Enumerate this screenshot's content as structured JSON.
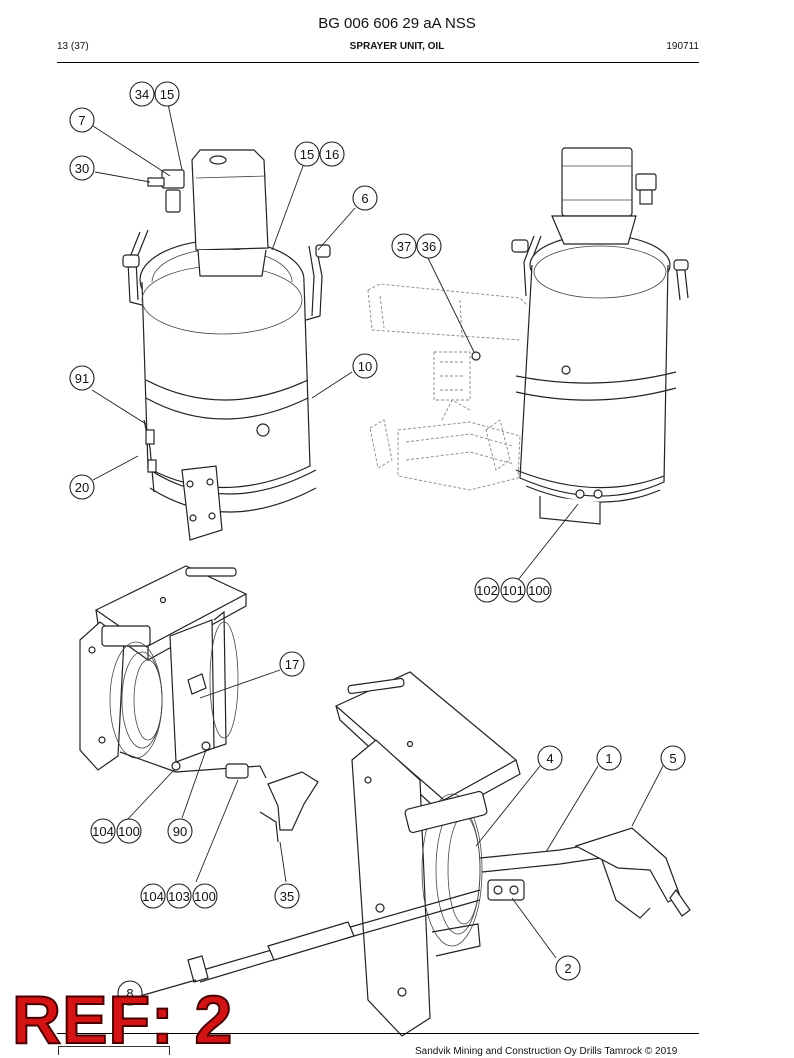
{
  "header": {
    "doc_code": "BG 006 606 29 aA NSS",
    "page": "13 (37)",
    "title": "SPRAYER UNIT, OIL",
    "date": "190711"
  },
  "callouts": {
    "c34": "34",
    "c15a": "15",
    "c7": "7",
    "c30": "30",
    "c15b": "15",
    "c16": "16",
    "c6": "6",
    "c37": "37",
    "c36": "36",
    "c10": "10",
    "c91": "91",
    "c20": "20",
    "c102": "102",
    "c101": "101",
    "c100a": "100",
    "c17": "17",
    "c104a": "104",
    "c100b": "100",
    "c90": "90",
    "c104b": "104",
    "c103": "103",
    "c100c": "100",
    "c35": "35",
    "c4": "4",
    "c1": "1",
    "c5": "5",
    "c2": "2",
    "c8": "8"
  },
  "stamp": {
    "text": "REF: 2"
  },
  "footer": {
    "copyright": "Sandvik Mining and Construction Oy Drills Tamrock © 2019"
  }
}
